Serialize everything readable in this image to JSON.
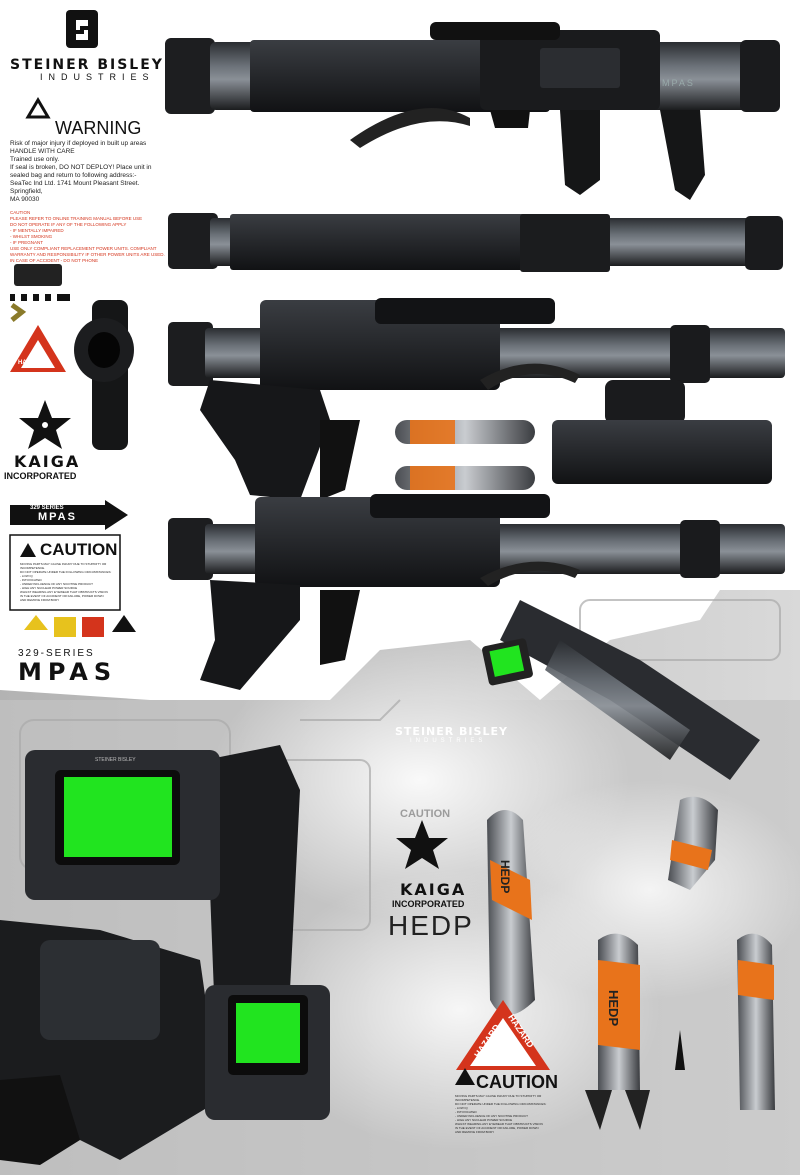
{
  "brand": {
    "name": "STEINER BISLEY",
    "subtitle": "INDUSTRIES",
    "logo_letter": "S"
  },
  "warning": {
    "title": "WARNING",
    "lines": [
      "Risk of major injury if deployed in built up areas",
      "HANDLE WITH CARE",
      "Trained use only.",
      "If seal is broken, DO NOT DEPLOY! Place unit in",
      "sealed bag and return to following address:-",
      "SeaTec Ind Ltd. 1741 Mount Pleasant Street. Springfield,",
      "MA 90030"
    ]
  },
  "caution_small": {
    "title": "CAUTION",
    "lines": [
      "PLEASE REFER TO ONLINE TRAINING MANUAL BEFORE USE",
      "DO NOT OPERATE IF ANY OF THE FOLLOWING APPLY",
      "- IF MENTALLY IMPAIRED",
      "- WHILST SMOKING",
      "- IF PREGNANT",
      "USE ONLY COMPLIANT REPLACEMENT POWER UNITS. COMPLIANT",
      "WARRANTY AND RESPONSIBILITY IF OTHER POWER UNITS ARE USED.",
      "IN CASE OF ACCIDENT - DO NOT PHONE"
    ]
  },
  "hazard": {
    "label": "HAZARD"
  },
  "kaiga": {
    "name": "KAIGA",
    "sub": "INCORPORATED"
  },
  "series_badge": {
    "top": "329 SERIES",
    "main": "MPAS"
  },
  "caution_panel": {
    "title": "CAUTION",
    "lines": [
      "MOVING PARTS MAY CAUSE INJURY DUE TO STUPIDITY OR",
      "INCOMPETENCE.",
      "DO NOT OPERATE UNDER THE FOLLOWING CIRCUMSTANCES:",
      "- LOW IQ",
      "- INTOXICATED",
      "- UNDER INFLUENCE OF ANY NICOTINE PRODUCT",
      "- HIGH ANY NUCLEAR POWER SOURCE",
      "WHILST WEARING ANY EYEWEAR THAT OBSTRUCTS VISION",
      "IN THE EVENT OF ACCIDENT OR FAILURE, POWER DOWN",
      "AND REMOVE FROM BODY"
    ]
  },
  "series_logo": {
    "top": "329-SERIES",
    "main": "MPAS"
  },
  "gun_label": "MPAS",
  "hedp": "HEDP",
  "hazard_big": {
    "left": "HAZARD",
    "right": "HAZARD",
    "caution": "CAUTION",
    "lines": [
      "MOVING PARTS MAY CAUSE INJURY DUE TO STUPIDITY OR",
      "INCOMPETENCE.",
      "DO NOT OPERATE UNDER THE FOLLOWING CIRCUMSTANCES:",
      "- LOW IQ",
      "- INTOXICATED",
      "- UNDER INFLUENCE OF ANY NICOTINE PRODUCT",
      "- HIGH ANY NUCLEAR POWER SOURCE",
      "WHILST WEARING ANY EYEWEAR THAT OBSTRUCTS VISION",
      "IN THE EVENT OF ACCIDENT OR FAILURE, POWER DOWN",
      "AND REMOVE FROM BODY"
    ]
  },
  "screen_label": "STEINER BISLEY",
  "colors": {
    "gun_dark": "#1c1d1f",
    "gun_mid": "#3a3d42",
    "barrel_light": "#6b7178",
    "screen_green": "#21e41f",
    "orange": "#e8731b",
    "hazard_red": "#d4341c",
    "grey_bg": "#bdbdbd"
  }
}
